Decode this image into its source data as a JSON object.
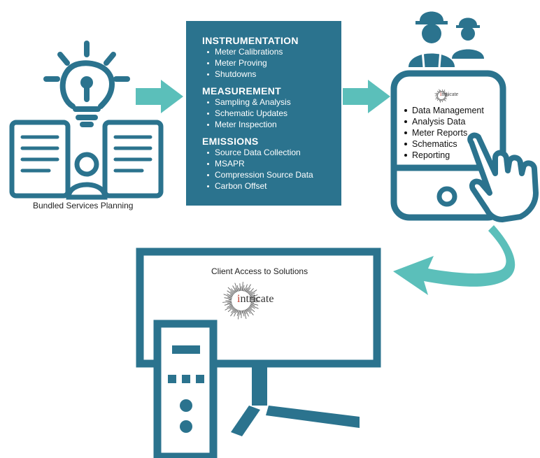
{
  "planning": {
    "caption": "Bundled Services Planning"
  },
  "services": {
    "sections": [
      {
        "title": "INSTRUMENTATION",
        "items": [
          "Meter Calibrations",
          "Meter Proving",
          "Shutdowns"
        ]
      },
      {
        "title": "MEASUREMENT",
        "items": [
          "Sampling & Analysis",
          "Schematic Updates",
          "Meter Inspection"
        ]
      },
      {
        "title": "EMISSIONS",
        "items": [
          "Source Data Collection",
          "MSAPR",
          "Compression Source Data",
          "Carbon Offset"
        ]
      }
    ]
  },
  "phone": {
    "logo": {
      "initial": "i",
      "rest": "ntricate"
    },
    "items": [
      "Data Management",
      "Analysis Data",
      "Meter Reports",
      "Schematics",
      "Reporting"
    ]
  },
  "client": {
    "caption": "Client Access to Solutions",
    "logo": {
      "initial": "i",
      "rest": "ntricate"
    }
  },
  "colors": {
    "teal": "#2b738e",
    "arrow": "#5bbfba",
    "logo_accent": "#c0392b"
  }
}
